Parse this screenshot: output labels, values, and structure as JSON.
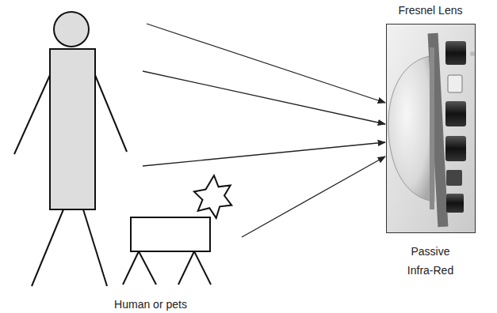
{
  "diagram": {
    "nodes": [
      {
        "text": [
          "Fresnel Lens",
          "Passive Infra-Red"
        ]
      }
    ],
    "labels": [
      "Human or pets"
    ]
  }
}
